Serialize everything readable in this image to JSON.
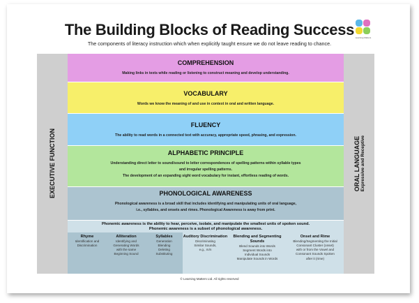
{
  "title": "The Building Blocks of Reading Success",
  "subtitle": "The components of literacy instruction which when explicitly taught ensure we do not leave reading to chance.",
  "logo_text": "Learning Matters",
  "left_label": "EXECUTIVE FUNCTION",
  "right_label": "ORAL LANGUAGE",
  "right_sublabel": "Expressive and Receptive",
  "blocks": [
    {
      "title": "COMPREHENSION",
      "lines": [
        "Making links in texts while reading or listening to construct meaning and develop understanding."
      ],
      "color": "#e49de4"
    },
    {
      "title": "VOCABULARY",
      "lines": [
        "Words we know the meaning of and use in context in oral and written language."
      ],
      "color": "#f7ef6a"
    },
    {
      "title": "FLUENCY",
      "lines": [
        "The ability to read words in a connected text with accuracy, appropriate speed, phrasing, and expression."
      ],
      "color": "#8fd0f7"
    },
    {
      "title": "ALPHABETIC PRINCIPLE",
      "lines": [
        "Understanding direct letter to sound/sound to letter correspondences of spelling patterns within syllable types",
        "and irregular spelling patterns.",
        "The development of an expanding sight word vocabulary for instant, effortless reading of words."
      ],
      "color": "#b3e69c"
    },
    {
      "title": "PHONOLOGICAL AWARENESS",
      "lines": [
        "Phonological awareness is a broad skill that includes identifying and manipulating units of oral language,",
        "i.e., syllables, and onsets and rimes. Phonological Awareness is away from print."
      ],
      "color": "#acc4d0"
    }
  ],
  "phonemic": {
    "intro": [
      "Phonemic awareness is the ability to hear, perceive, isolate, and manipulate the smallest units of spoken sound.",
      "Phonemic awareness is a subset of phonological awareness."
    ],
    "cells": [
      {
        "title": "Rhyme",
        "lines": [
          "Identification and",
          "Discrimination"
        ]
      },
      {
        "title": "Alliteration",
        "lines": [
          "Identifying and",
          "Generating Words",
          "with the same",
          "Beginning Sound"
        ]
      },
      {
        "title": "Syllables",
        "lines": [
          "Generation",
          "Blending",
          "Deleting",
          "Substituting"
        ]
      },
      {
        "title": "Auditory Discrimination",
        "lines": [
          "Discriminating",
          "Similar Sounds,",
          "e.g., m/n"
        ]
      },
      {
        "title": "Blending and Segmenting Sounds",
        "lines": [
          "Blend Sounds into Words",
          "Segment Words into",
          "Individual Sounds",
          "Manipulate Sounds in Words"
        ]
      },
      {
        "title": "Onset and Rime",
        "lines": [
          "Blending/Segmenting the Initial",
          "Consonant Cluster (onset)",
          "with or from the Vowel and",
          "Consonant Sounds Spoken",
          "after it (rime)"
        ]
      }
    ]
  },
  "footer": "© Learning Matters Ltd. All rights reserved"
}
